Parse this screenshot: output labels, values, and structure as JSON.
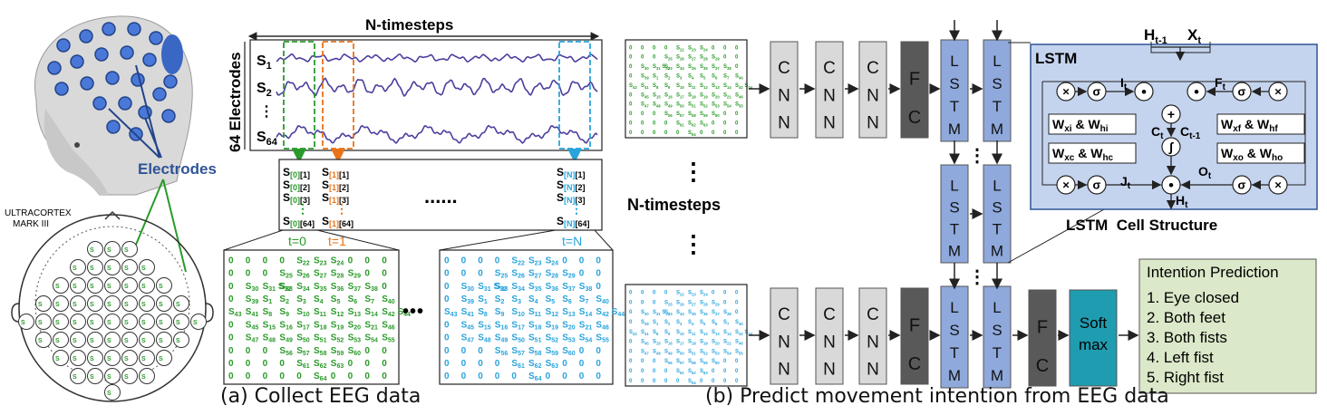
{
  "headset": {
    "brand": "ULTRACORTEX",
    "model": "MARK III",
    "electrodes_label": "Electrodes"
  },
  "signals": {
    "timesteps_label": "N-timesteps",
    "electrodes_axis": "64 Electrodes",
    "rows": [
      "S",
      "S",
      "S"
    ],
    "row_subs": [
      "1",
      "2",
      "64"
    ],
    "ellipsis": "⋮"
  },
  "steps": [
    {
      "label": "t=0",
      "idx": "0",
      "color": "#2a9a2a"
    },
    {
      "label": "t=1",
      "idx": "1",
      "color": "#e8731a"
    },
    {
      "label": "t=N",
      "idx": "N",
      "color": "#29a3dc"
    }
  ],
  "vector_entries": [
    "[1]",
    "[2]",
    "[3]",
    "[64]"
  ],
  "dots": "......",
  "mid_dots": "•••",
  "grid_rows": [
    [
      "0",
      "0",
      "0",
      "0",
      "S22",
      "S23",
      "S24",
      "0",
      "0",
      "0"
    ],
    [
      "0",
      "0",
      "0",
      "S25",
      "S26",
      "S27",
      "S28",
      "S29",
      "0",
      "0"
    ],
    [
      "0",
      "S30",
      "S31S32",
      "S33",
      "S34",
      "S35",
      "S36",
      "S37",
      "S38",
      "0"
    ],
    [
      "0",
      "S39",
      "S1",
      "S2",
      "S3",
      "S4",
      "S5",
      "S6",
      "S7",
      "S40"
    ],
    [
      "S43",
      "S41",
      "S8",
      "S9",
      "S10",
      "S11",
      "S12",
      "S13",
      "S14",
      "S42 S44"
    ],
    [
      "0",
      "S45",
      "S15",
      "S16",
      "S17",
      "S18",
      "S19",
      "S20",
      "S21",
      "S46"
    ],
    [
      "0",
      "S47",
      "S48",
      "S49",
      "S50",
      "S51",
      "S52",
      "S53",
      "S54",
      "S55"
    ],
    [
      "0",
      "0",
      "0",
      "S56",
      "S57",
      "S58",
      "S59",
      "S60",
      "0",
      "0"
    ],
    [
      "0",
      "0",
      "0",
      "0",
      "S61",
      "S62",
      "S63",
      "0",
      "0",
      "0"
    ],
    [
      "0",
      "0",
      "0",
      "0",
      "0",
      "S64",
      "0",
      "0",
      "0",
      "0"
    ]
  ],
  "pipeline": {
    "cnn": "CNN",
    "fc": "FC",
    "lstm": "LSTM",
    "softmax": [
      "Soft",
      "max"
    ],
    "vdots": "⋮",
    "timesteps_label": "N-timesteps"
  },
  "lstm_cell": {
    "title": "LSTM",
    "structure_label": "LSTM  Cell Structure",
    "inputs": [
      "H",
      "t-1",
      "X",
      "t"
    ],
    "weights": [
      {
        "w": "W",
        "s1": "xi",
        "s2": "hi"
      },
      {
        "w": "W",
        "s1": "xc",
        "s2": "hc"
      },
      {
        "w": "W",
        "s1": "xf",
        "s2": "hf"
      },
      {
        "w": "W",
        "s1": "xo",
        "s2": "ho"
      }
    ],
    "sigma": "σ",
    "times": "×",
    "dot": "•",
    "plus": "+",
    "integral": "∫",
    "signals": {
      "I": "I",
      "F": "F",
      "C": "C",
      "J": "J",
      "O": "O",
      "H": "H",
      "t": "t",
      "tm1": "t-1"
    }
  },
  "prediction": {
    "title": "Intention Prediction",
    "items": [
      "1. Eye closed",
      "2. Both feet",
      "3. Both fists",
      "4. Left fist",
      "5. Right fist"
    ]
  },
  "captions": {
    "a": "(a) Collect EEG data",
    "b": "(b) Predict movement intention from EEG data"
  }
}
